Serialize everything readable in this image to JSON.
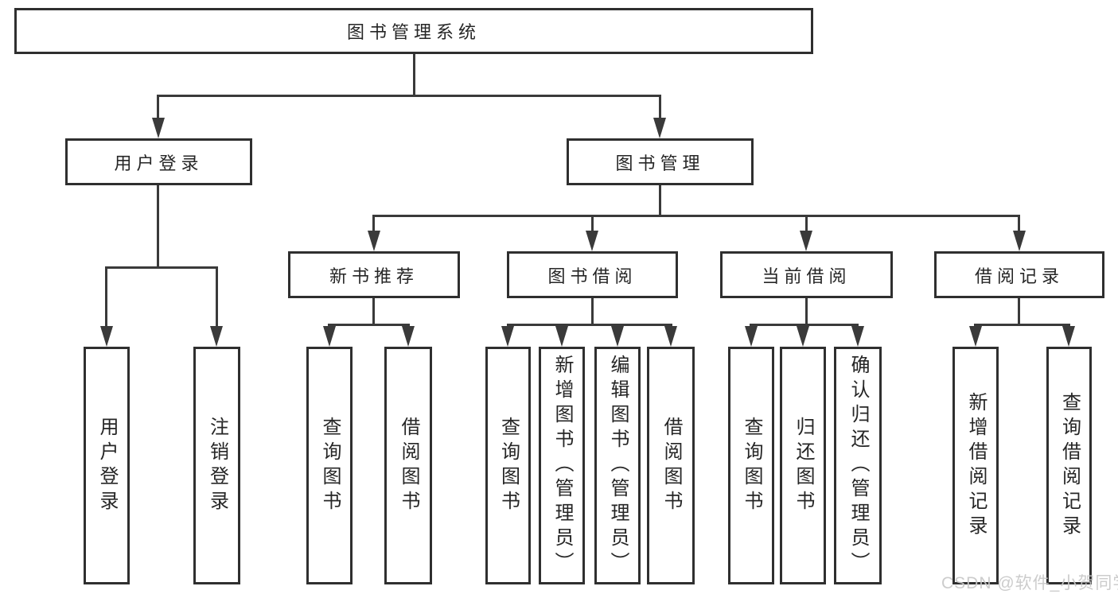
{
  "tree": {
    "root": {
      "label": "图书管理系统"
    },
    "branches": [
      {
        "label": "用户登录",
        "children": [
          {
            "label": "用户登录"
          },
          {
            "label": "注销登录"
          }
        ]
      },
      {
        "label": "图书管理",
        "children": [
          {
            "label": "新书推荐",
            "children": [
              {
                "label": "查询图书"
              },
              {
                "label": "借阅图书"
              }
            ]
          },
          {
            "label": "图书借阅",
            "children": [
              {
                "label": "查询图书"
              },
              {
                "label": "新增图书（管理员）"
              },
              {
                "label": "编辑图书（管理员）"
              },
              {
                "label": "借阅图书"
              }
            ]
          },
          {
            "label": "当前借阅",
            "children": [
              {
                "label": "查询图书"
              },
              {
                "label": "归还图书"
              },
              {
                "label": "确认归还（管理员）"
              }
            ]
          },
          {
            "label": "借阅记录",
            "children": [
              {
                "label": "新增借阅记录"
              },
              {
                "label": "查询借阅记录"
              }
            ]
          }
        ]
      }
    ]
  },
  "watermark": "CSDN @软件_小贺同学",
  "colors": {
    "line": "#3a3a3a",
    "box_border": "#2f2f2f",
    "text": "#262626",
    "watermark": "#c8c8c8",
    "background": "#ffffff"
  }
}
